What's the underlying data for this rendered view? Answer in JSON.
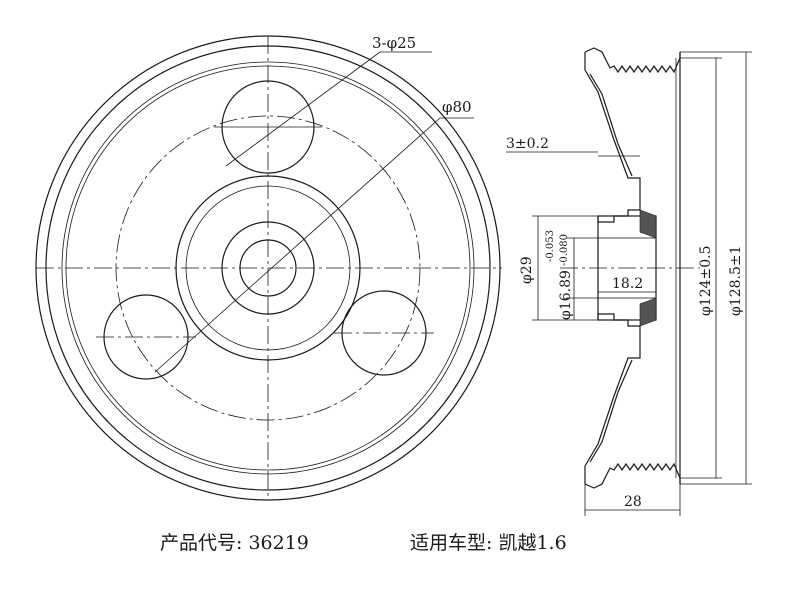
{
  "front_view": {
    "label_holes": "3-φ25",
    "label_bolt_circle": "φ80"
  },
  "side_view": {
    "label_flange": "3±0.2",
    "label_bore": "φ29",
    "label_hub": "φ16.89",
    "label_hub_tol_upper": "-0.053",
    "label_hub_tol_lower": "-0.080",
    "label_hub_length": "18.2",
    "label_od_groove": "φ124±0.5",
    "label_od": "φ128.5±1",
    "label_width": "28"
  },
  "caption": {
    "product_code": "产品代号: 36219",
    "vehicle_model": "适用车型: 凯越1.6"
  }
}
